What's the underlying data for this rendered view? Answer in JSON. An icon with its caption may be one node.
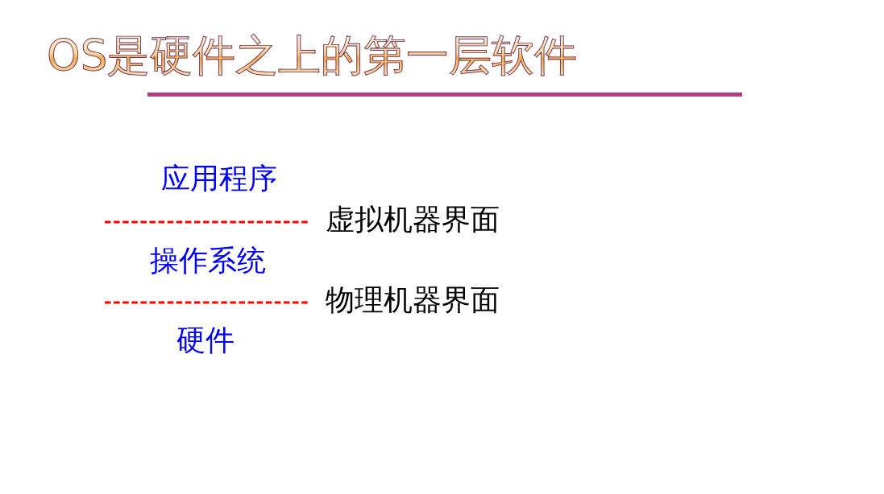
{
  "diagram": {
    "title": "OS是硬件之上的第一层软件",
    "labels": [
      "应用程序",
      "虚拟机器界面",
      "操作系统",
      "物理机器界面",
      "硬件"
    ]
  }
}
